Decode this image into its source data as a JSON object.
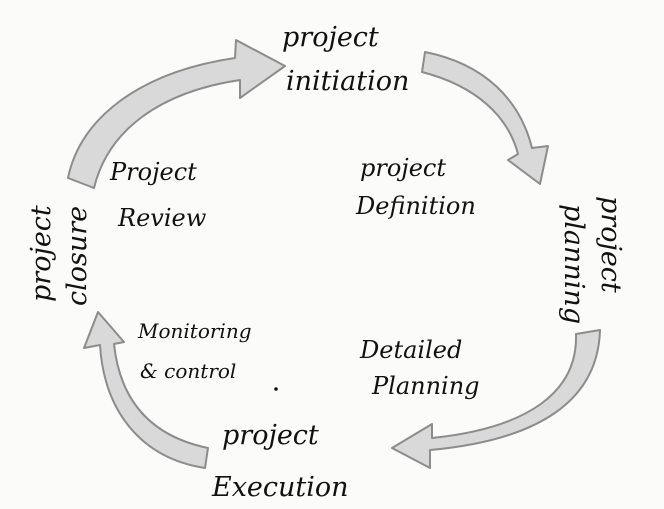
{
  "diagram": {
    "colors": {
      "ink": "#111111",
      "arrow_fill": "#d9d9d9",
      "arrow_stroke": "#8c8c8c",
      "paper": "#fbfbfa"
    },
    "stages": {
      "initiation": {
        "line1": "project",
        "line2": "initiation"
      },
      "planning": {
        "line1": "project",
        "line2": "planning"
      },
      "execution": {
        "line1": "project",
        "line2": "Execution"
      },
      "closure": {
        "line1": "project",
        "line2": "closure"
      }
    },
    "substeps": {
      "definition": {
        "line1": "project",
        "line2": "Definition"
      },
      "detailed_planning": {
        "line1": "Detailed",
        "line2": "Planning"
      },
      "monitoring": {
        "line1": "Monitoring",
        "line2": "& control"
      },
      "review": {
        "line1": "Project",
        "line2": "Review"
      }
    }
  }
}
